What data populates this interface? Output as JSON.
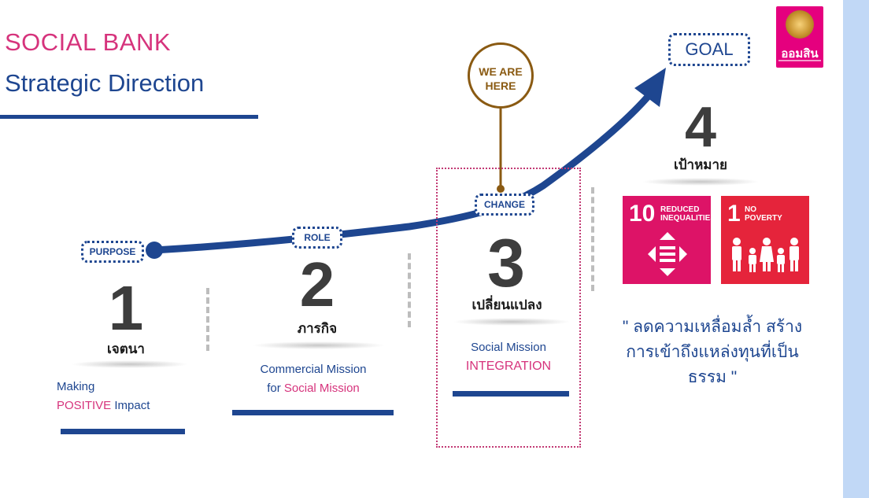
{
  "header": {
    "title_line1": "SOCIAL BANK",
    "title_line2": "Strategic Direction"
  },
  "logo": {
    "text": "ออมสิน"
  },
  "goal_pill": "GOAL",
  "we_are_here": {
    "line1": "WE ARE",
    "line2": "HERE"
  },
  "stages": [
    {
      "pill": "PURPOSE",
      "number": "1",
      "label": "เจตนา",
      "desc_line1": "Making",
      "desc_highlight": "POSITIVE",
      "desc_rest": " Impact"
    },
    {
      "pill": "ROLE",
      "number": "2",
      "label": "ภารกิจ",
      "desc_line1": "Commercial Mission",
      "desc_line2_prefix": "for ",
      "desc_highlight": "Social Mission"
    },
    {
      "pill": "CHANGE",
      "number": "3",
      "label": "เปลี่ยนแปลง",
      "desc_line1": "Social Mission",
      "desc_highlight": "INTEGRATION"
    },
    {
      "number": "4",
      "label": "เป้าหมาย"
    }
  ],
  "sdg_cards": [
    {
      "number": "10",
      "title_line1": "REDUCED",
      "title_line2": "INEQUALITIES",
      "color": "#dd1367"
    },
    {
      "number": "1",
      "title_line1": "NO",
      "title_line2": "POVERTY",
      "color": "#e5243b"
    }
  ],
  "quote": {
    "line1": "\" ลดความเหลื่อมล้ำ สร้าง",
    "line2": "การเข้าถึงแหล่งทุนที่เป็น",
    "line3": "ธรรม \""
  },
  "colors": {
    "navy": "#1e4690",
    "pink": "#d6337c",
    "gold": "#8a5a12"
  }
}
